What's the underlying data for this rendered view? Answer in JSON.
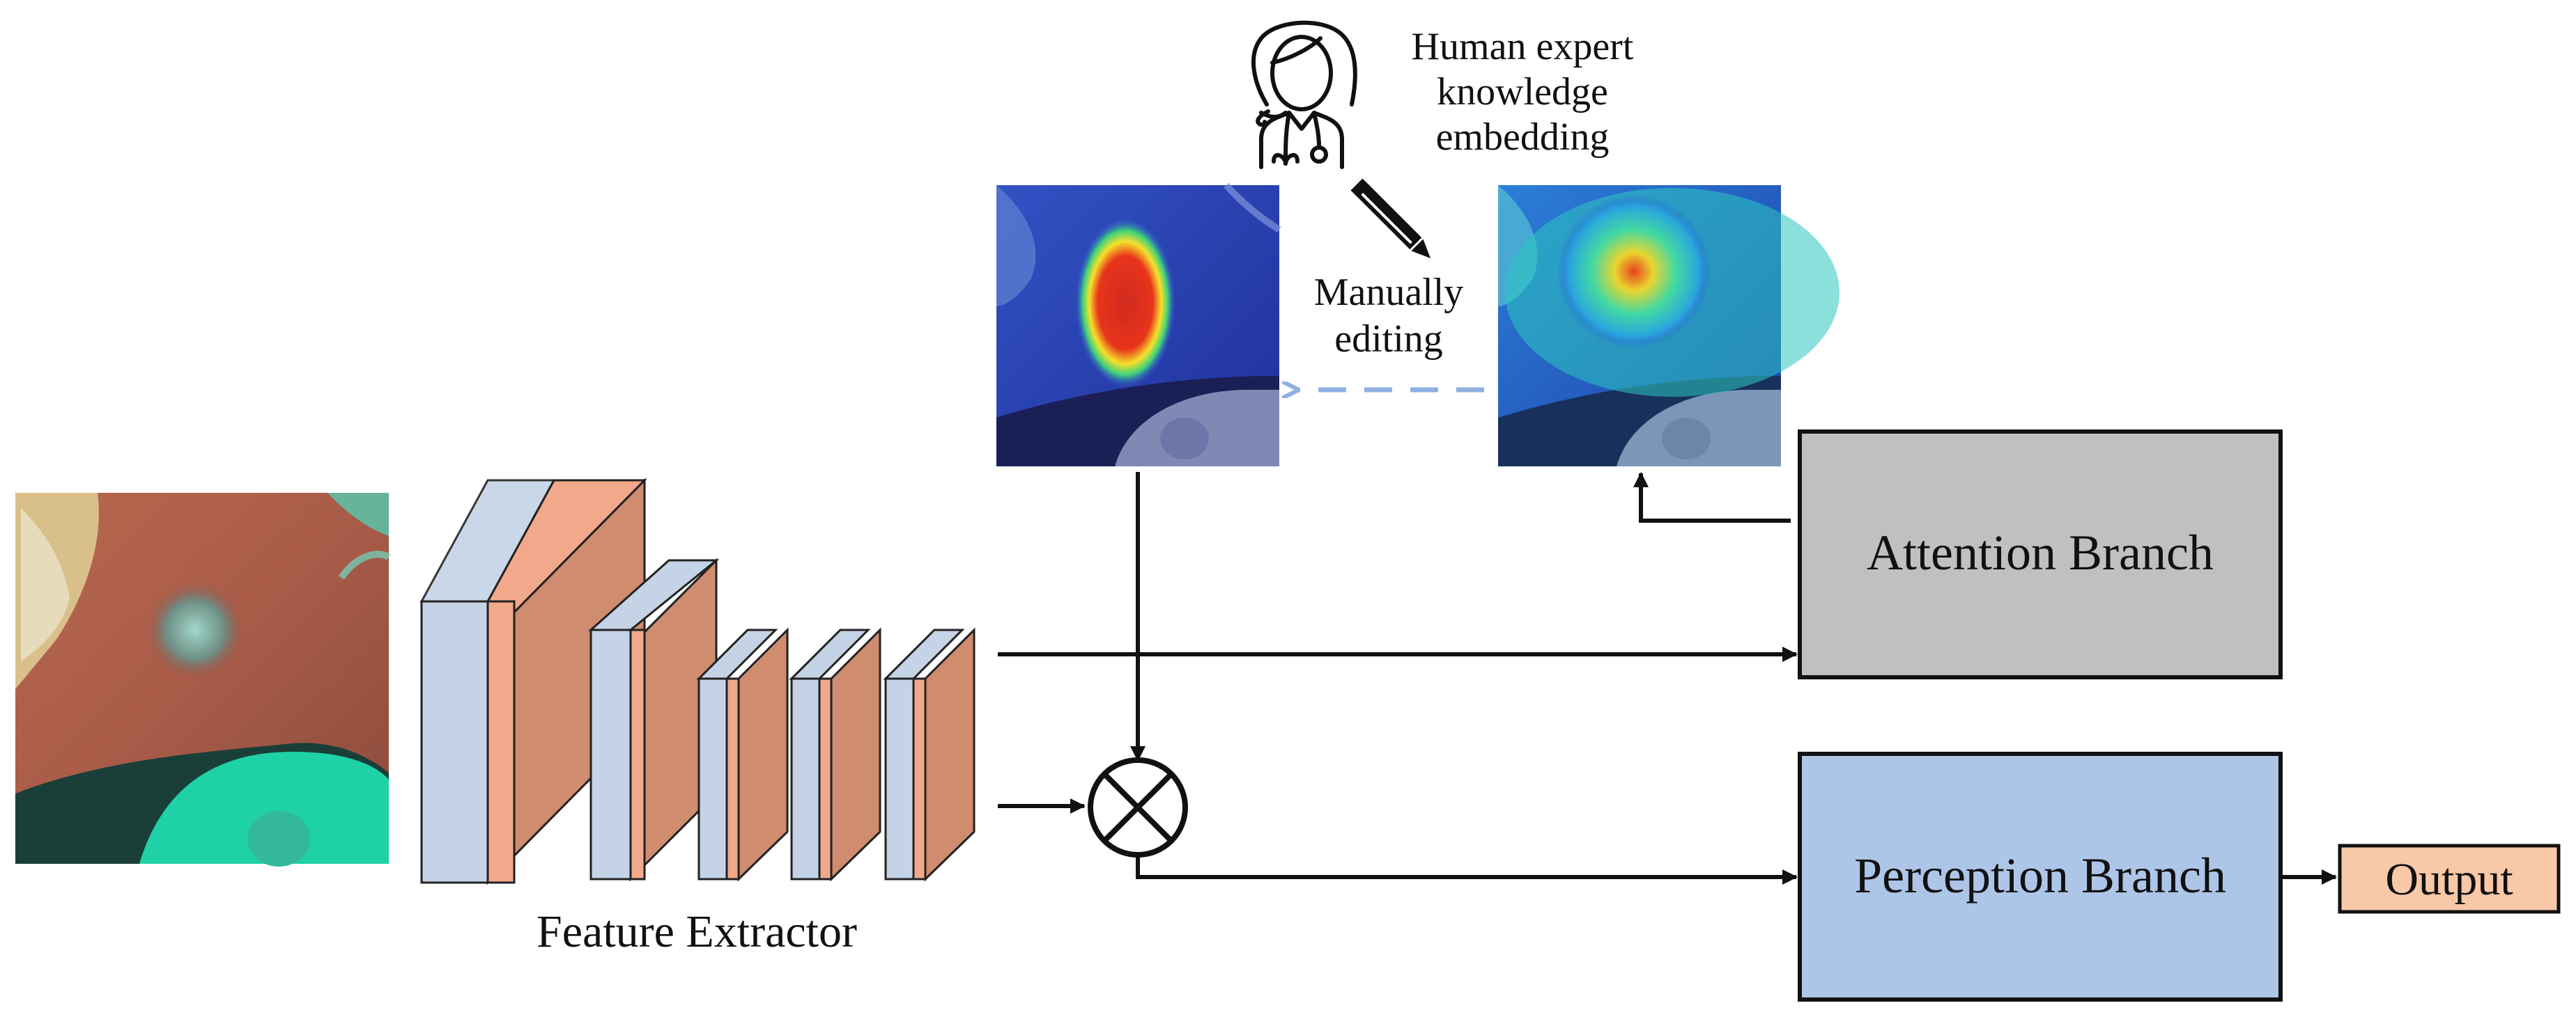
{
  "labels": {
    "feature_extractor": "Feature Extractor",
    "attention_branch": "Attention Branch",
    "perception_branch": "Perception Branch",
    "output": "Output",
    "human_expert_line1": "Human expert",
    "human_expert_line2": "knowledge",
    "human_expert_line3": "embedding",
    "manually_line1": "Manually",
    "manually_line2": "editing"
  },
  "colors": {
    "attention_box": "#c0c0c0",
    "perception_box": "#adc6e8",
    "output_box": "#f9c8a8",
    "layer_front": "#c5d3e6",
    "layer_mid": "#f2a88a",
    "layer_side": "#cf8c6e",
    "dashed_arrow": "#8fb0e2",
    "line": "#111111"
  },
  "icons": {
    "doctor": "doctor-icon",
    "pencil": "pencil-icon",
    "multiply": "elementwise-multiply-icon"
  }
}
